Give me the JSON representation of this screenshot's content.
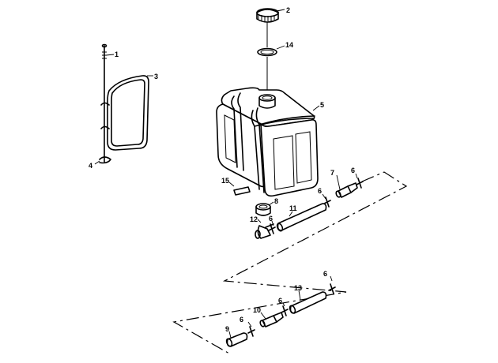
{
  "diagram": {
    "callouts": {
      "c1": "1",
      "c2": "2",
      "c3": "3",
      "c4": "4",
      "c5": "5",
      "c6a": "6",
      "c6b": "6",
      "c6c": "6",
      "c6d": "6",
      "c6e": "6",
      "c6f": "6",
      "c7": "7",
      "c8": "8",
      "c9": "9",
      "c10": "10",
      "c11": "11",
      "c12": "12",
      "c13": "13",
      "c14": "14",
      "c15": "15"
    }
  }
}
